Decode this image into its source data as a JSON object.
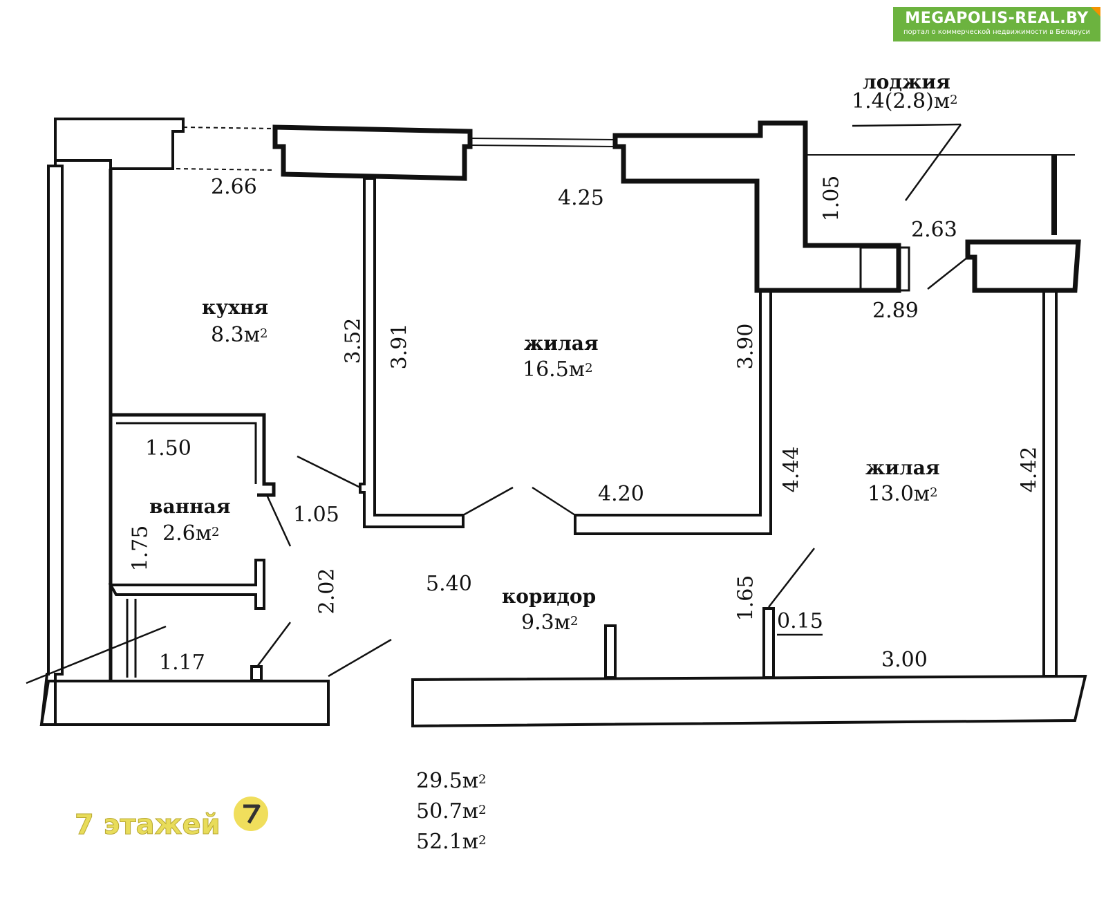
{
  "logo": {
    "title": "MEGAPOLIS-REAL.BY",
    "subtitle": "портал о коммерческой недвижимости в Беларуси",
    "color": "#6cb33f",
    "accent": "#f39200"
  },
  "rooms": {
    "kitchen": {
      "name": "кухня",
      "area": "8.3м",
      "unit_sup": "2"
    },
    "living1": {
      "name": "жилая",
      "area": "16.5м",
      "unit_sup": "2"
    },
    "living2": {
      "name": "жилая",
      "area": "13.0м",
      "unit_sup": "2"
    },
    "bath": {
      "name": "ванная",
      "area": "2.6м",
      "unit_sup": "2"
    },
    "corridor": {
      "name": "коридор",
      "area": "9.3м",
      "unit_sup": "2"
    },
    "loggia": {
      "name": "лоджия",
      "area": "1.4(2.8)м",
      "unit_sup": "2"
    }
  },
  "dimensions": {
    "kitchen_width": "2.66",
    "living1_width": "4.25",
    "living1_height_left": "3.52",
    "living1_height_inner": "3.91",
    "living1_height_right": "3.90",
    "living1_bottom": "4.20",
    "loggia_depth": "1.05",
    "loggia_width": "2.63",
    "living2_top": "2.89",
    "living2_left": "4.44",
    "living2_right": "4.42",
    "living2_bottom": "3.00",
    "bath_width": "1.50",
    "bath_height": "1.75",
    "bath_door": "1.05",
    "hall_height": "2.02",
    "toilet_width": "1.17",
    "corridor_length": "5.40",
    "corridor_height": "1.65",
    "wall_thickness": "0.15"
  },
  "totals": {
    "living": "29.5м",
    "total": "50.7м",
    "total_with_loggia": "52.1м",
    "unit_sup": "2"
  },
  "floors": {
    "label": "7 этажей",
    "badge_color": "#f0de5c",
    "text_color": "#e8dc5a"
  }
}
